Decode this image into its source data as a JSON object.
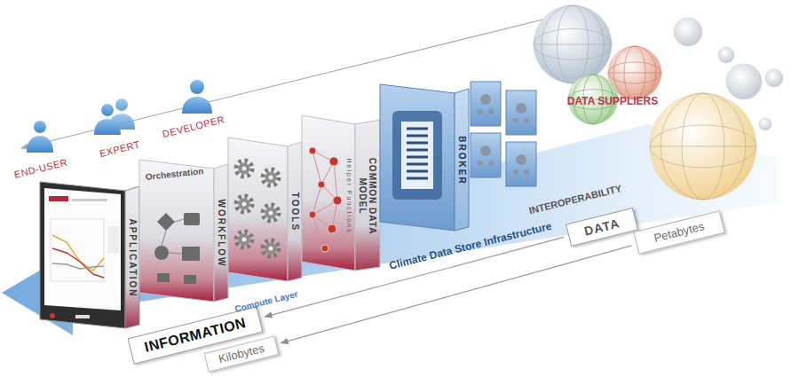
{
  "diagram": {
    "nodes": [
      {
        "text": [
          "APPLICATION"
        ]
      },
      {
        "text": [
          "Orchestration",
          "WORKFLOW"
        ]
      },
      {
        "text": [
          "TOOLS"
        ]
      },
      {
        "text": [
          "Helper Functions",
          "COMMON DATA MODEL"
        ]
      },
      {
        "text": [
          "BROKER"
        ]
      },
      {
        "text": [
          "DATA"
        ]
      },
      {
        "text": [
          "Petabytes"
        ]
      },
      {
        "text": [
          "INFORMATION"
        ]
      },
      {
        "text": [
          "Kilobytes"
        ]
      }
    ],
    "edges": [
      {
        "from": 5,
        "to": 7,
        "arrow": "to"
      },
      {
        "from": 6,
        "to": 8,
        "arrow": "to"
      }
    ],
    "labels": [
      "END-USER",
      "EXPERT",
      "DEVELOPER",
      "DATA SUPPLIERS",
      "INTEROPERABILITY",
      "Climate Data Store Infrastructure",
      "Compute Layer"
    ]
  }
}
